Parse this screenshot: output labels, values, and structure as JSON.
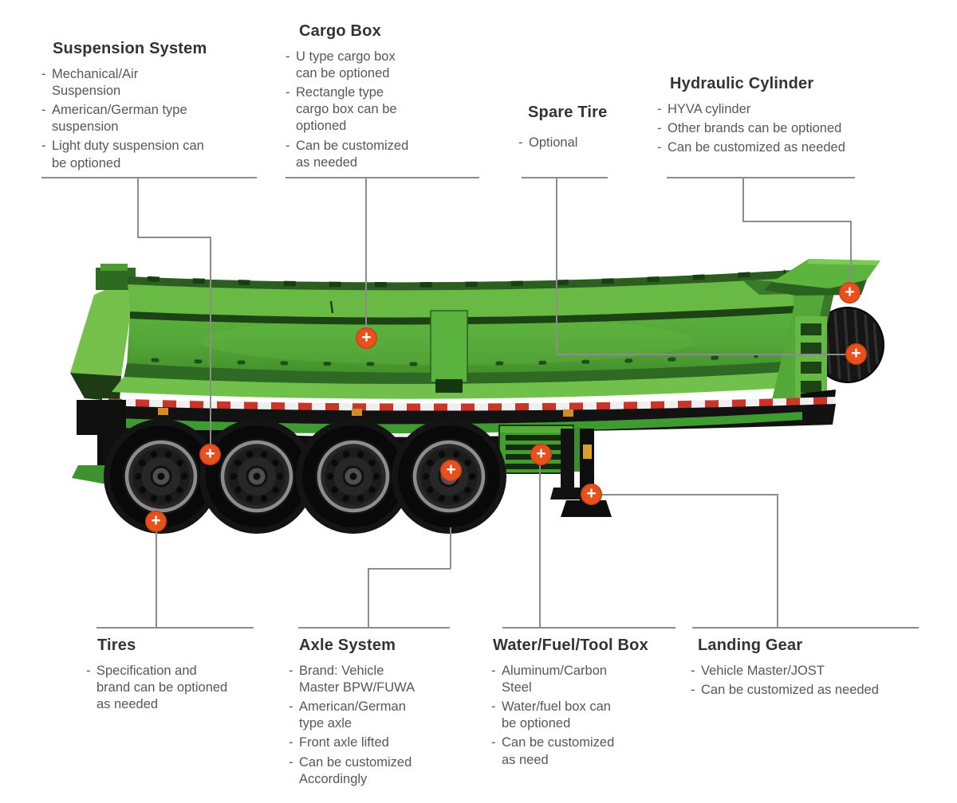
{
  "page": {
    "background": "#ffffff"
  },
  "colors": {
    "trailer_green": "#57ab3a",
    "marker_orange": "#e6511e",
    "connector_gray": "#8c8c8c",
    "title_text": "#333333",
    "body_text": "#575757"
  },
  "hotspot_symbol": "+",
  "figure": {
    "description": "Green U-type dump / tipper semi-trailer, side view, four axles, rear spare tire and tail flap"
  },
  "callouts": {
    "suspension_system": {
      "title": "Suspension System",
      "items": [
        "Mechanical/Air Suspension",
        "American/German type suspension",
        "Light duty suspension can be optioned"
      ]
    },
    "cargo_box": {
      "title": "Cargo Box",
      "items": [
        "U type cargo box can be optioned",
        "Rectangle type cargo box can be optioned",
        "Can be customized as needed"
      ]
    },
    "spare_tire": {
      "title": "Spare Tire",
      "items": [
        "Optional"
      ]
    },
    "hydraulic_cylinder": {
      "title": "Hydraulic Cylinder",
      "items": [
        "HYVA cylinder",
        "Other brands can be optioned",
        "Can be customized as needed"
      ]
    },
    "tires": {
      "title": "Tires",
      "items": [
        "Specification and brand can be optioned as needed"
      ]
    },
    "axle_system": {
      "title": "Axle System",
      "items": [
        "Brand: Vehicle Master BPW/FUWA",
        "American/German type axle",
        "Front axle lifted",
        "Can be customized Accordingly"
      ]
    },
    "water_fuel_tool_box": {
      "title": "Water/Fuel/Tool Box",
      "items": [
        "Aluminum/Carbon Steel",
        "Water/fuel box can be optioned",
        "Can be customized as need"
      ]
    },
    "landing_gear": {
      "title": "Landing Gear",
      "items": [
        "Vehicle Master/JOST",
        "Can be customized as needed"
      ]
    }
  }
}
